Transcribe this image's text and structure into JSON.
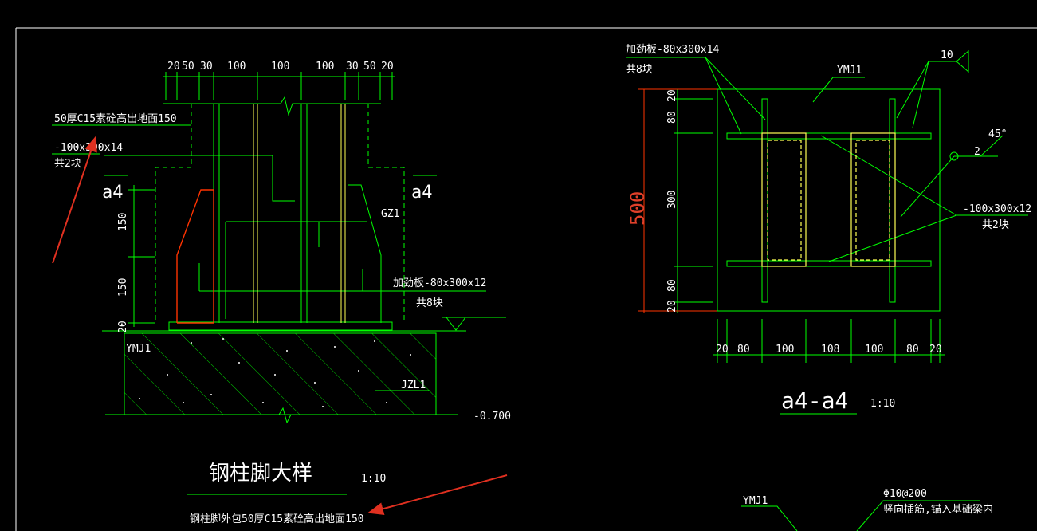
{
  "colors": {
    "background": "#000000",
    "line": "#00ff00",
    "text": "#ffffff",
    "column": "#ffff55",
    "dim_red": "#ff3300",
    "arrow": "#e03020"
  },
  "left": {
    "top_dims": [
      "20",
      "50",
      "30",
      "100",
      "100",
      "100",
      "30",
      "50",
      "20"
    ],
    "note_concrete": "50厚C15素砼高出地面150",
    "plate_spec": "-100x300x14",
    "plate_count": "共2块",
    "section_left": "a4",
    "section_right": "a4",
    "column_label": "GZ1",
    "stiffener_spec": "加劲板-80x300x12",
    "stiffener_count": "共8块",
    "side_dims": [
      "150",
      "150",
      "20"
    ],
    "anchor_label": "YMJ1",
    "beam_label": "JZL1",
    "elevation": "-0.700",
    "title": "钢柱脚大样",
    "scale": "1:10",
    "note_bottom": "钢柱脚外包50厚C15素砼高出地面150"
  },
  "right": {
    "stiffener_spec": "加劲板-80x300x14",
    "stiffener_count": "共8块",
    "anchor_label": "YMJ1",
    "weld_size": "10",
    "weld_angle_size": "2",
    "weld_angle": "45°",
    "plate_spec": "-100x300x12",
    "plate_count": "共2块",
    "overall_dim": "500",
    "side_dims": [
      "20",
      "80",
      "300",
      "80",
      "20"
    ],
    "bottom_dims": [
      "20",
      "80",
      "100",
      "108",
      "100",
      "80",
      "20"
    ],
    "section_title": "a4-a4",
    "scale": "1:10",
    "bottom_anchor": "YMJ1",
    "rebar_spec": "Φ10@200",
    "rebar_note": "竖向插筋,锚入基础梁内"
  }
}
